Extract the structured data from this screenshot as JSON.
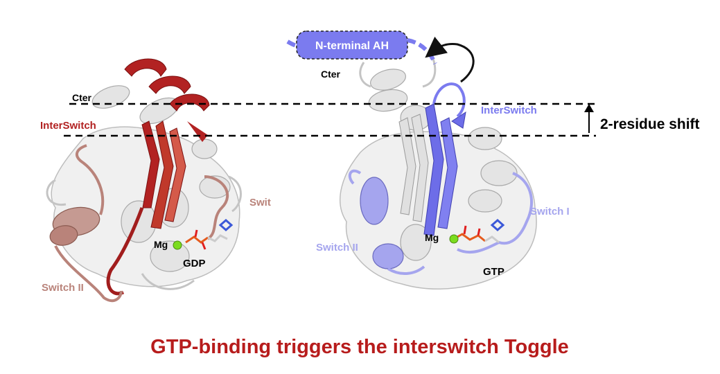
{
  "left_panel": {
    "labels": {
      "cter": "Cter",
      "interswitch": "InterSwitch",
      "switch_i": "Swit",
      "switch_ii": "Switch II",
      "mg": "Mg",
      "nucleotide": "GDP"
    }
  },
  "right_panel": {
    "labels": {
      "helix": "N-terminal AH",
      "cter": "Cter",
      "interswitch": "InterSwitch",
      "switch_i": "Switch I",
      "switch_ii": "Switch II",
      "mg": "Mg",
      "nucleotide": "GTP"
    }
  },
  "shift_label": "2-residue shift",
  "caption": "GTP-binding triggers the interswitch Toggle",
  "colors": {
    "interswitch_gdp": "#b22222",
    "switch_gdp": "#b9837a",
    "interswitch_gtp": "#7b7bef",
    "switch_gtp": "#a5a5ee",
    "protein_gray": "#e6e6e6",
    "caption": "#b71c1c",
    "mg": "#7bdc1e"
  }
}
